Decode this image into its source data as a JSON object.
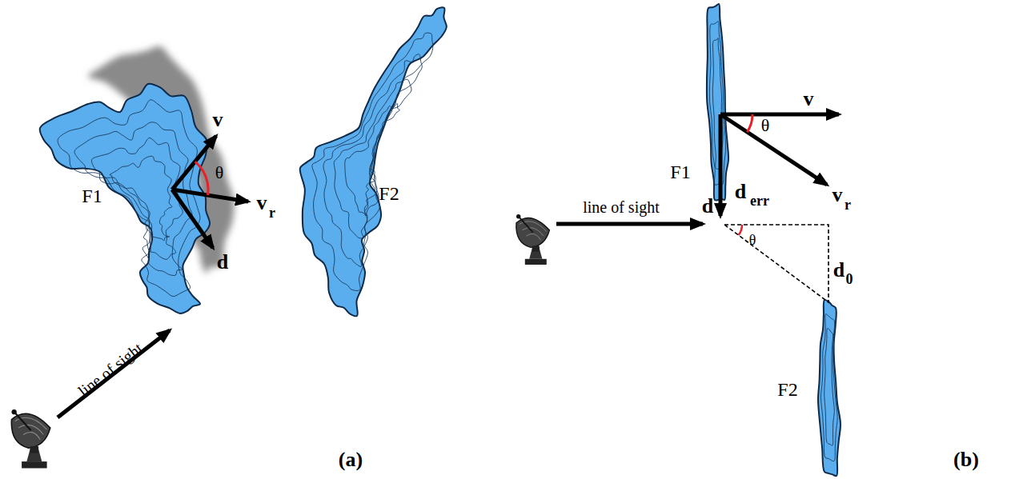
{
  "diagram": {
    "labels": [
      "F1",
      "v",
      "θ",
      "v",
      "r",
      "d",
      "F2",
      "line of sight",
      "(a)",
      "F1",
      "v",
      "θ",
      "v",
      "r",
      "line of sight",
      "d",
      "d",
      "err",
      "θ",
      "d",
      "0",
      "F2",
      "(b)"
    ]
  }
}
